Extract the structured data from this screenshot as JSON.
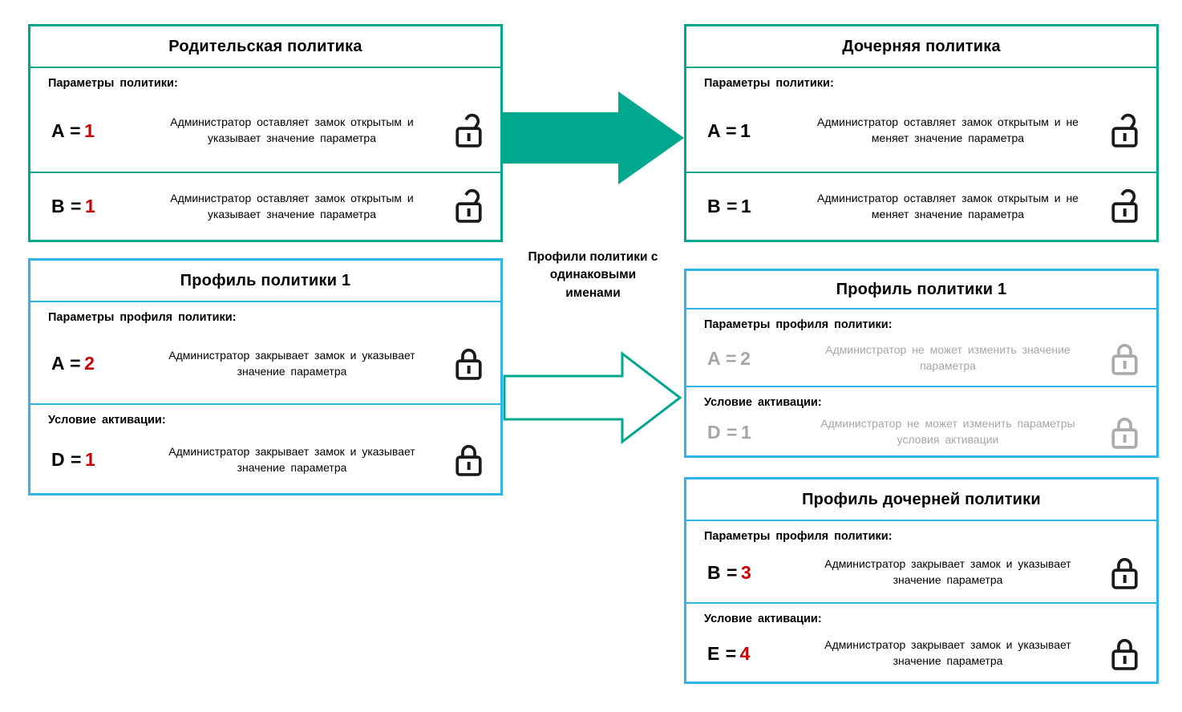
{
  "colors": {
    "teal": "#00A88E",
    "blue": "#2FB4E9",
    "red": "#CC0000",
    "gray": "#A6A6A6",
    "dark": "#1A1A1A"
  },
  "parent_policy": {
    "title": "Родительская политика",
    "params_label": "Параметры политики:",
    "rows": [
      {
        "param": "A =",
        "value": "1",
        "value_color": "#CC0000",
        "text_color": "#000000",
        "desc": "Администратор оставляет замок открытым и указывает значение параметра",
        "lock": "open",
        "lock_color": "#1A1A1A"
      },
      {
        "param": "B =",
        "value": "1",
        "value_color": "#CC0000",
        "text_color": "#000000",
        "desc": "Администратор оставляет замок открытым и указывает значение параметра",
        "lock": "open",
        "lock_color": "#1A1A1A"
      }
    ]
  },
  "child_policy": {
    "title": "Дочерняя политика",
    "params_label": "Параметры политики:",
    "rows": [
      {
        "param": "A =",
        "value": "1",
        "value_color": "#000000",
        "text_color": "#000000",
        "desc": "Администратор оставляет замок открытым и не меняет значение параметра",
        "lock": "open",
        "lock_color": "#1A1A1A"
      },
      {
        "param": "B =",
        "value": "1",
        "value_color": "#000000",
        "text_color": "#000000",
        "desc": "Администратор оставляет замок открытым и не меняет значение параметра",
        "lock": "open",
        "lock_color": "#1A1A1A"
      }
    ]
  },
  "profile_left": {
    "title": "Профиль политики 1",
    "sections": [
      {
        "label": "Параметры профиля политики:",
        "row": {
          "param": "A =",
          "value": "2",
          "value_color": "#CC0000",
          "text_color": "#000000",
          "desc": "Администратор закрывает замок и указывает значение параметра",
          "lock": "closed",
          "lock_color": "#1A1A1A"
        }
      },
      {
        "label": "Условие активации:",
        "row": {
          "param": "D =",
          "value": "1",
          "value_color": "#CC0000",
          "text_color": "#000000",
          "desc": "Администратор закрывает замок и указывает значение параметра",
          "lock": "closed",
          "lock_color": "#1A1A1A"
        }
      }
    ]
  },
  "profile_right": {
    "title": "Профиль политики 1",
    "sections": [
      {
        "label": "Параметры профиля политики:",
        "row": {
          "param": "A =",
          "value": "2",
          "value_color": "#A6A6A6",
          "text_color": "#A6A6A6",
          "desc": "Администратор не может изменить значение параметра",
          "lock": "closed",
          "lock_color": "#ABABAB"
        }
      },
      {
        "label": "Условие активации:",
        "row": {
          "param": "D =",
          "value": "1",
          "value_color": "#A6A6A6",
          "text_color": "#A6A6A6",
          "desc": "Администратор не может изменить параметры условия активации",
          "lock": "closed",
          "lock_color": "#ABABAB"
        }
      }
    ]
  },
  "child_profile": {
    "title": "Профиль дочерней политики",
    "sections": [
      {
        "label": "Параметры профиля политики:",
        "row": {
          "param": "B =",
          "value": "3",
          "value_color": "#CC0000",
          "text_color": "#000000",
          "desc": "Администратор закрывает замок и указывает значение параметра",
          "lock": "closed",
          "lock_color": "#1A1A1A"
        }
      },
      {
        "label": "Условие активации:",
        "row": {
          "param": "E =",
          "value": "4",
          "value_color": "#CC0000",
          "text_color": "#000000",
          "desc": "Администратор закрывает замок и указывает значение параметра",
          "lock": "closed",
          "lock_color": "#1A1A1A"
        }
      }
    ]
  },
  "arrow_label": {
    "lines": [
      "Профили политики с",
      "одинаковыми",
      "именами"
    ]
  }
}
